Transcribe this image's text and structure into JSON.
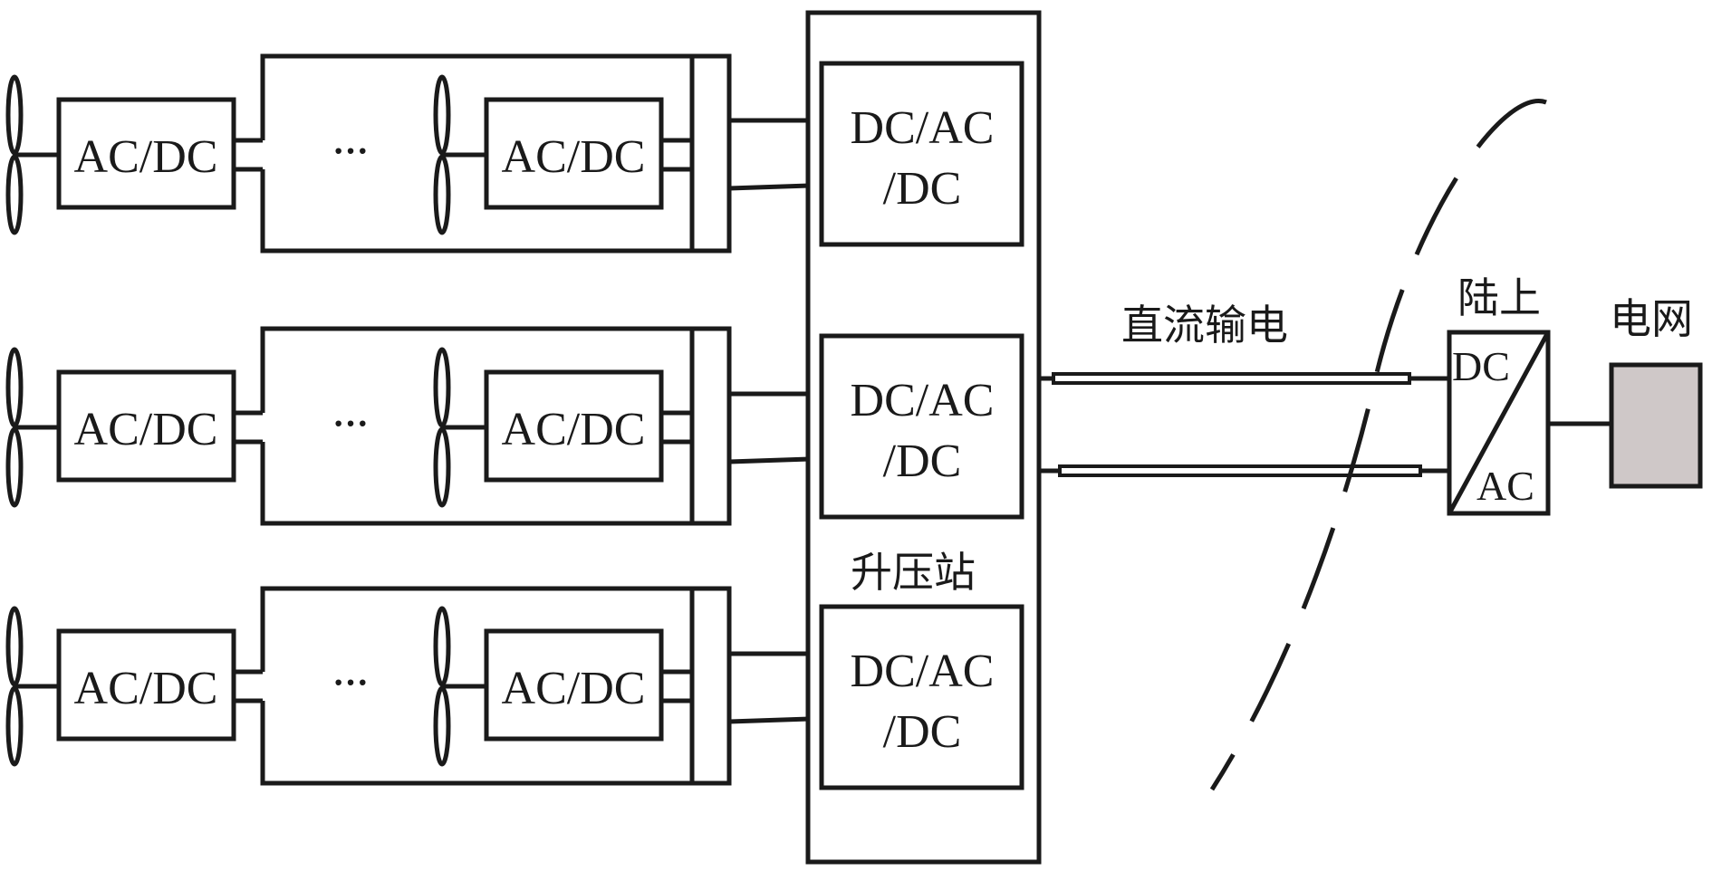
{
  "converters": {
    "turbine_converter_label": "AC/DC",
    "ellipsis": "···",
    "station_converter_line1": "DC/AC",
    "station_converter_line2": "/DC"
  },
  "labels": {
    "boost_station": "升压站",
    "dc_transmission": "直流输电",
    "onshore": "陆上",
    "grid": "电网",
    "onshore_dc": "DC",
    "onshore_ac": "AC"
  },
  "colors": {
    "line": "#1a1a1a",
    "grid_block": "#cfc8c8"
  }
}
